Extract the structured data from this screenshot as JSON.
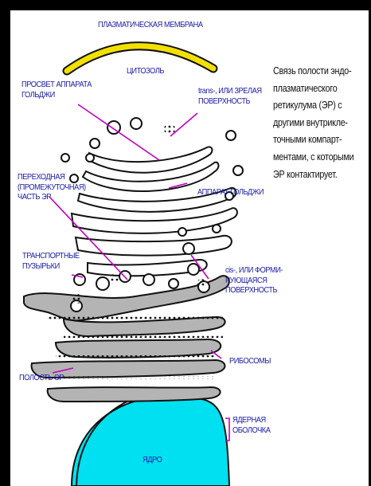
{
  "labels": {
    "plasma_membrane": "ПЛАЗМАТИЧЕСКАЯ МЕМБРАНА",
    "cytosol": "ЦИТОЗОЛЬ",
    "golgi_lumen": "ПРОСВЕТ АППАРАТА\nГОЛЬДЖИ",
    "trans_face": "trans-, ИЛИ ЗРЕЛАЯ\nПОВЕРХНОСТЬ",
    "transitional_er": "ПЕРЕХОДНАЯ\n(ПРОМЕЖУТОЧНАЯ)\nЧАСТЬ ЭР",
    "golgi_apparatus": "АППАРАТ ГОЛЬДЖИ",
    "transport_vesicles": "ТРАНСПОРТНЫЕ\nПУЗЫРЬКИ",
    "cis_face": "cis-, ИЛИ ФОРМИ-\nРУЮЩАЯСЯ\nПОВЕРХНОСТЬ",
    "ribosomes": "РИБОСОМЫ",
    "er_lumen": "ПОЛОСТЬ ЭР",
    "nuclear_envelope": "ЯДЕРНАЯ\nОБОЛОЧКА",
    "nucleus": "ЯДРО"
  },
  "caption": "Связь полости эндо-\nплазматического\nретикулума (ЭР) с\nдругими внутрикле-\nточными компарт-\nментами, с которыми\nЭР контактирует.",
  "colors": {
    "membrane": "#f2e000",
    "er": "#b4b4b4",
    "nucleus": "#00e0f0",
    "label": "#1a1aa6",
    "pointer": "#c000c0"
  }
}
